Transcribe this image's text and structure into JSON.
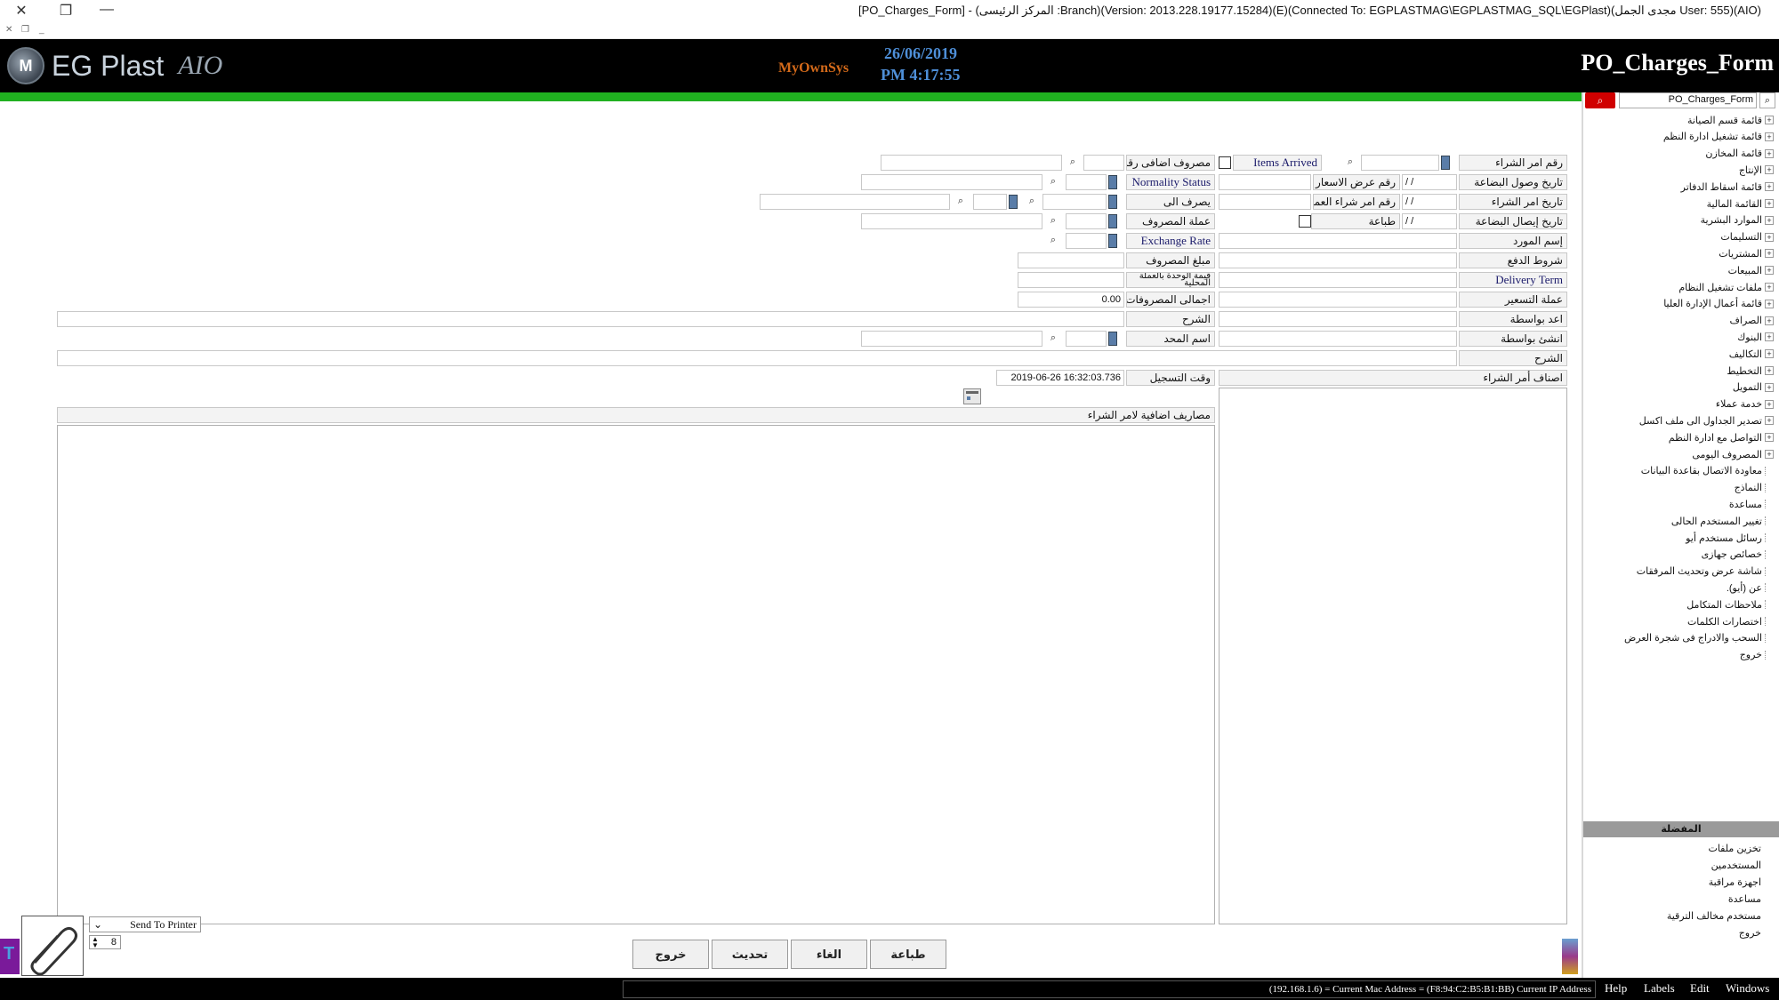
{
  "window": {
    "title": "[PO_Charges_Form] - (المركز الرئيسى :Branch)(Version: 2013.228.19177.15284)(E)(Connected To: EGPLASTMAG\\EGPLASTMAG_SQL\\EGPlast)(مجدى الجمل User: 555)(AIO)",
    "close": "✕",
    "restore": "❐",
    "minimize": "—"
  },
  "banner": {
    "brand": "EG Plast",
    "aio": "AIO",
    "logo_mark": "M",
    "partner": "MyOwnSys",
    "date": "26/06/2019",
    "time": "PM 4:17:55",
    "form_title": "PO_Charges_Form"
  },
  "form": {
    "po_number_label": "رقم امر الشراء",
    "items_arrived_label": "Items Arrived",
    "extra_charge_no_label": "مصروف اضافى رقم",
    "goods_arrival_date_label": "تاريخ وصول البضاعة",
    "quote_no_label": "رقم عرض الاسعار",
    "normality_status_label": "Normality Status",
    "po_date_label": "تاريخ امر الشراء",
    "customer_po_label": "رقم امر شراء العميل",
    "spend_to_label": "يصرف الى",
    "goods_receipt_date_label": "تاريخ إيصال البضاعة",
    "print_label": "طباعة",
    "charge_currency_label": "عملة المصروف",
    "supplier_name_label": "إسم المورد",
    "exchange_rate_label": "Exchange Rate",
    "payment_terms_label": "شروط الدفع",
    "charge_amount_label": "مبلغ المصروف",
    "delivery_term_label": "Delivery Term",
    "local_unit_value_label": "قيمة الوحدة بالعملة المحلية",
    "pricing_currency_label": "عملة التسعير",
    "total_charges_label": "اجمالى المصروفات",
    "total_charges_value": "0.00",
    "prepared_by_label": "اعد بواسطة",
    "description_label": "الشرح",
    "created_by_label": "انشئ بواسطة",
    "supplier2_label": "اسم المحد",
    "description2_label": "الشرح",
    "po_items_label": "اصناف أمر الشراء",
    "record_time_label": "وقت التسجيل",
    "record_time_value": "2019-06-26 16:32:03.736",
    "charges_grid_title": "مصاريف اضافية لامر الشراء",
    "date_placeholder": "/ /"
  },
  "buttons": {
    "print": "طباعة",
    "cancel": "الغاء",
    "update": "تحديث",
    "exit": "خروج",
    "send_to_printer": "Send To Printer",
    "copies": "8"
  },
  "sidebar": {
    "search_value": "PO_Charges_Form",
    "tree": [
      {
        "label": "قائمة قسم الصيانة",
        "expand": true
      },
      {
        "label": "قائمة تشغيل ادارة النظم",
        "expand": true
      },
      {
        "label": "قائمة المخازن",
        "expand": true
      },
      {
        "label": "الإنتاج",
        "expand": true
      },
      {
        "label": "قائمة اسقاط الدفاتر",
        "expand": true
      },
      {
        "label": "القائمة المالية",
        "expand": true
      },
      {
        "label": "الموارد البشرية",
        "expand": true
      },
      {
        "label": "التسليمات",
        "expand": true
      },
      {
        "label": "المشتريات",
        "expand": true
      },
      {
        "label": "المبيعات",
        "expand": true
      },
      {
        "label": "ملفات تشغيل النظام",
        "expand": true
      },
      {
        "label": "قائمة أعمال الإدارة العليا",
        "expand": true
      },
      {
        "label": "الصراف",
        "expand": true
      },
      {
        "label": "البنوك",
        "expand": true
      },
      {
        "label": "التكاليف",
        "expand": true
      },
      {
        "label": "التخطيط",
        "expand": true
      },
      {
        "label": "التمويل",
        "expand": true
      },
      {
        "label": "خدمة عملاء",
        "expand": true
      },
      {
        "label": "تصدير الجداول الى ملف اكسل",
        "expand": true
      },
      {
        "label": "التواصل مع ادارة النظم",
        "expand": true
      },
      {
        "label": "المصروف اليومى",
        "expand": true
      },
      {
        "label": "معاودة الاتصال بقاعدة البيانات",
        "expand": false
      },
      {
        "label": "النماذج",
        "expand": false
      },
      {
        "label": "مساعدة",
        "expand": false
      },
      {
        "label": "تغيير المستخدم الحالى",
        "expand": false
      },
      {
        "label": "رسائل مستخدم أيو",
        "expand": false
      },
      {
        "label": "خصائص جهازى",
        "expand": false
      },
      {
        "label": "شاشة عرض وتحديث المرفقات",
        "expand": false
      },
      {
        "label": "عن (أيو).",
        "expand": false
      },
      {
        "label": "ملاحظات المتكامل",
        "expand": false
      },
      {
        "label": "اختصارات الكلمات",
        "expand": false
      },
      {
        "label": "السحب والادراج فى شجرة العرض",
        "expand": false
      },
      {
        "label": "خروج",
        "expand": false
      }
    ],
    "favorites_title": "المفضلة",
    "favorites": [
      "تخزين ملفات",
      "المستخدمين",
      "اجهزة مراقبة",
      "مساعدة",
      "مستخدم مخالف الترقية",
      "خروج"
    ]
  },
  "statusbar": {
    "ip_text": "(192.168.1.6) = Current Mac Address = (F8:94:C2:B5:B1:BB) Current IP Address",
    "menus": [
      "Help",
      "Labels",
      "Edit",
      "Windows"
    ]
  },
  "colors": {
    "banner_bg": "#000000",
    "accent_green": "#20b020",
    "date_blue": "#4e8fd8",
    "search_red": "#d00000"
  }
}
